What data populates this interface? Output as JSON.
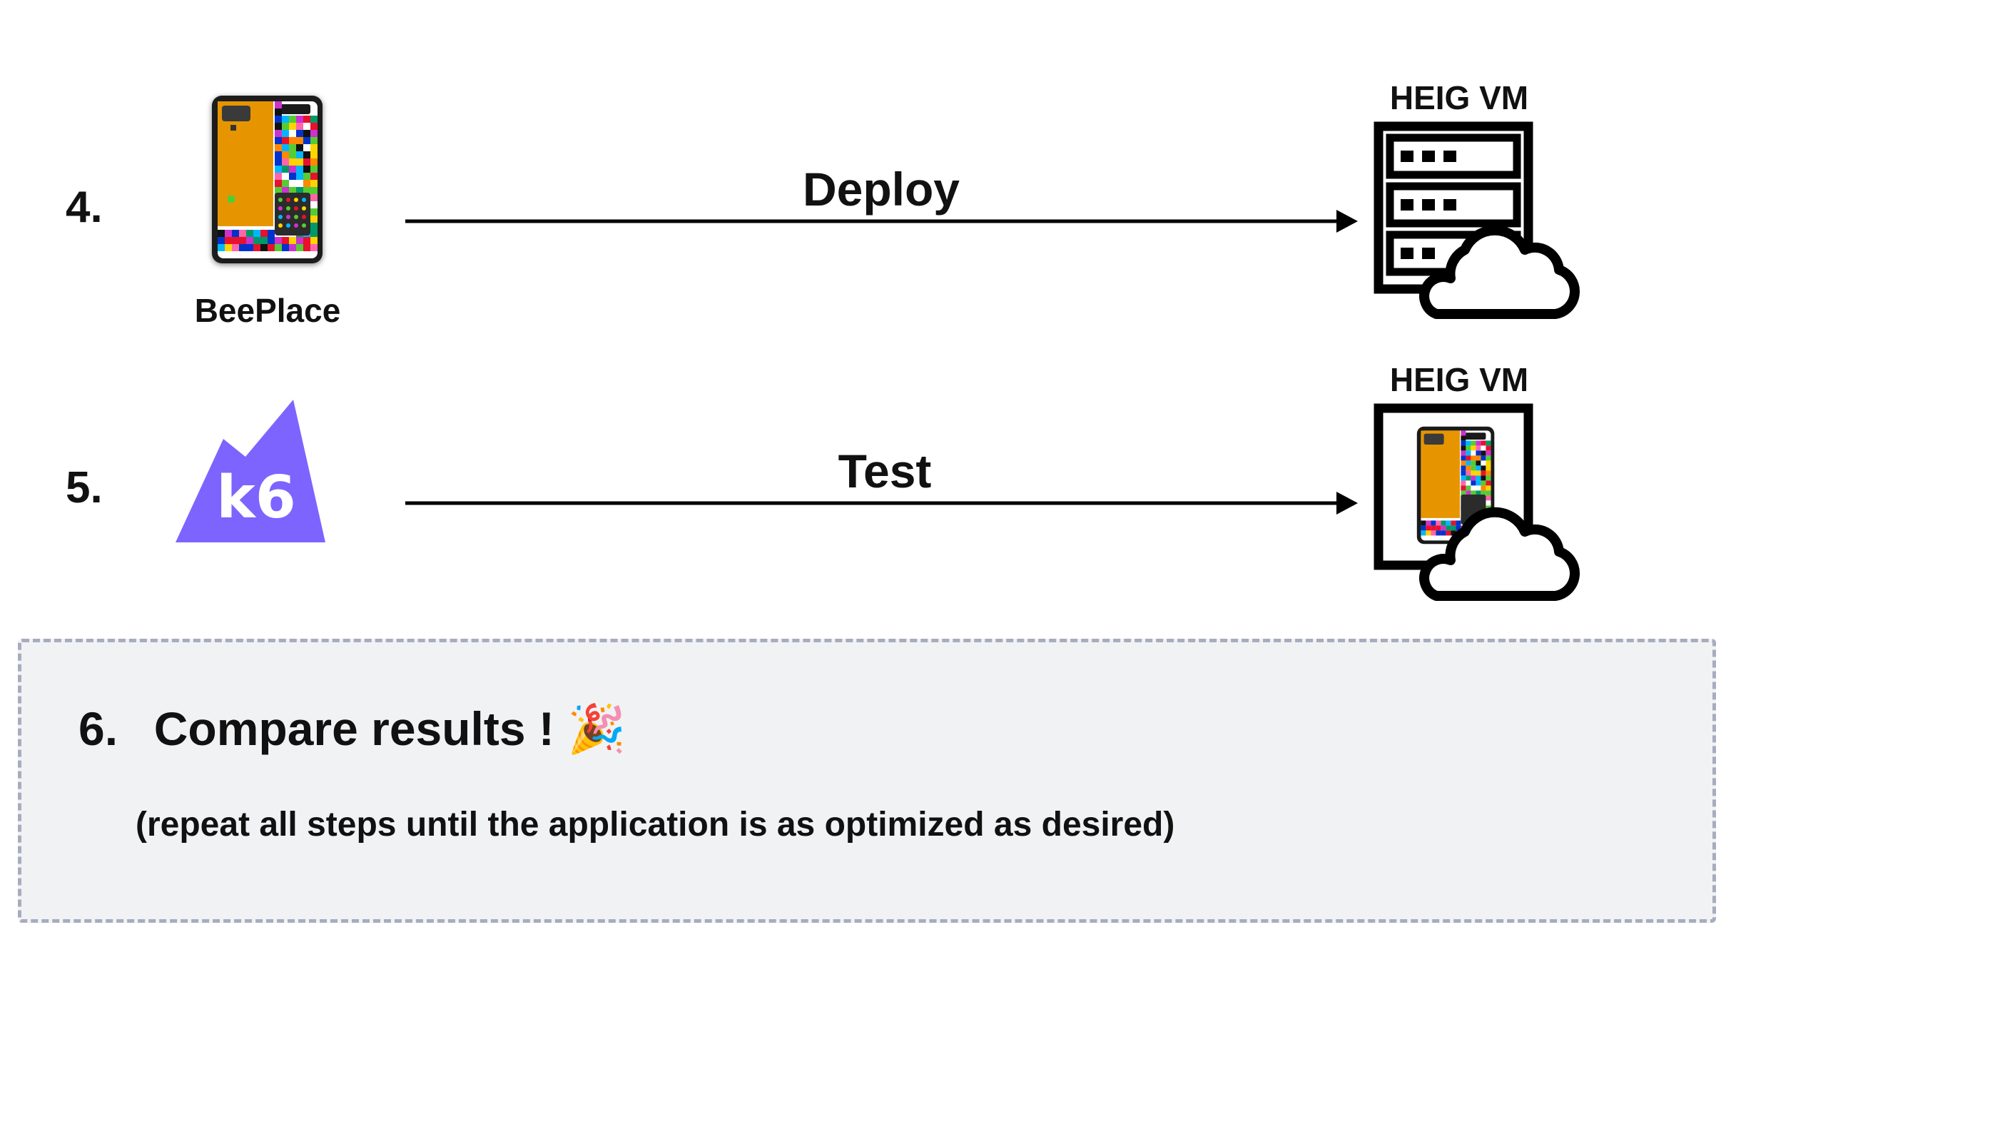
{
  "steps": [
    {
      "number": "4.",
      "source_label": "BeePlace",
      "action": "Deploy",
      "target_label": "HEIG VM",
      "source_icon": "beeplace-app-icon",
      "target_icon": "server-cloud-icon"
    },
    {
      "number": "5.",
      "action": "Test",
      "target_label": "HEIG VM",
      "source_icon": "k6-logo-icon",
      "source_logo_text": "k6",
      "target_icon": "vm-with-beeplace-icon"
    }
  ],
  "summary": {
    "number": "6.",
    "title": "Compare results !",
    "emoji": "🎉",
    "subtitle": "(repeat all steps until the application is as optimized as desired)"
  },
  "colors": {
    "k6_purple": "#7d64ff",
    "panel_bg": "#f1f2f4",
    "panel_border": "#a7acbf",
    "app_orange": "#e69500"
  }
}
